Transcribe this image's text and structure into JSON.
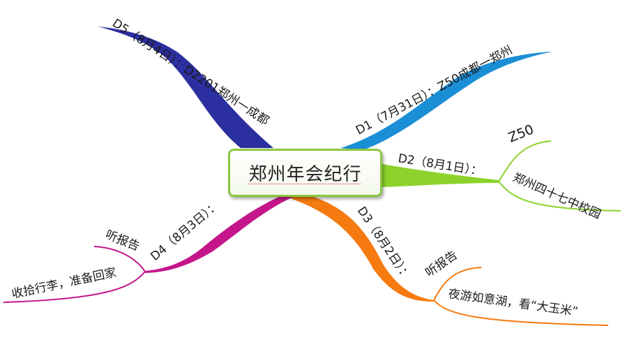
{
  "center": {
    "title": "郑州年会纪行"
  },
  "branches": [
    {
      "id": "d1",
      "label": "D1（7月31日）：Z50成都一郑州",
      "color": "#1a8fd6",
      "children": []
    },
    {
      "id": "d2",
      "label": "D2（8月1日）：",
      "color": "#8cd22a",
      "children": [
        "Z50",
        "郑州四十七中校园"
      ]
    },
    {
      "id": "d3",
      "label": "D3（8月2日）：",
      "color": "#f57a10",
      "children": [
        "听报告",
        "夜游如意湖，看“大玉米”"
      ]
    },
    {
      "id": "d4",
      "label": "D4（8月3日）：",
      "color": "#c4168a",
      "children": [
        "听报告",
        "收拾行李，准备回家"
      ]
    },
    {
      "id": "d5",
      "label": "D5（8月4日）：D2201郑州一成都",
      "color": "#2c2fa0",
      "children": []
    }
  ]
}
